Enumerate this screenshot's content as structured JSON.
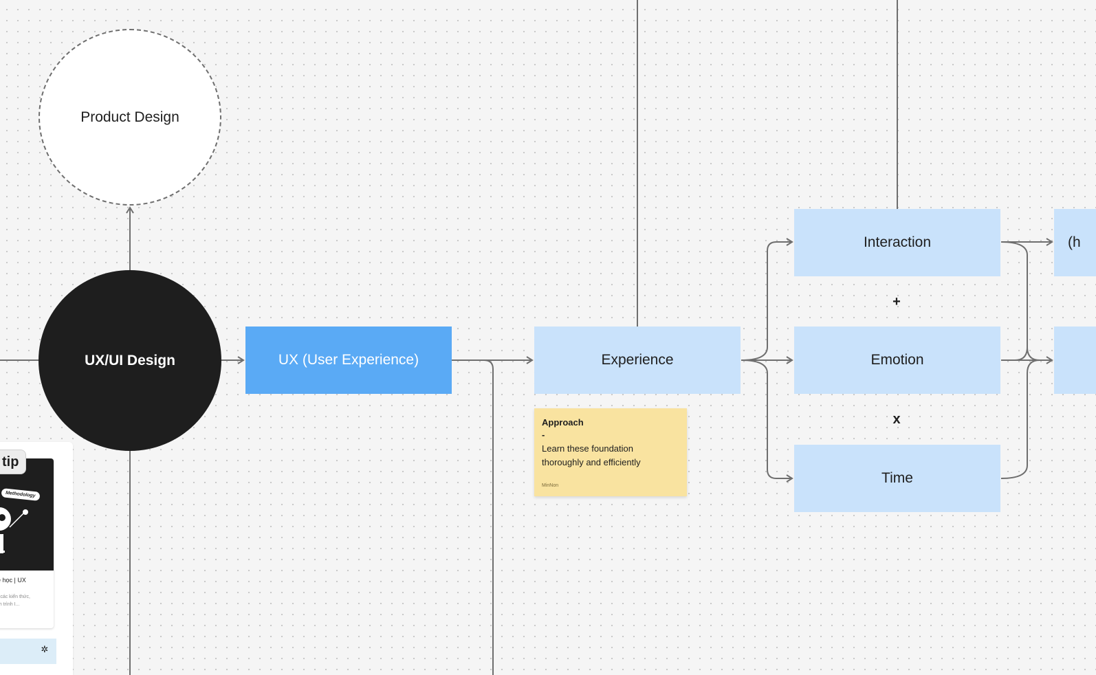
{
  "nodes": {
    "product_design": "Product Design",
    "uxui_design": "UX/UI Design",
    "ux_user_experience": "UX (User Experience)",
    "experience": "Experience",
    "interaction": "Interaction",
    "emotion": "Emotion",
    "time": "Time",
    "partial_top": "(h"
  },
  "operators": {
    "plus": "+",
    "times": "x"
  },
  "sticky_note": {
    "title": "Approach",
    "dash": "-",
    "line1": "Learn these foundation",
    "line2": "thoroughly and efficiently",
    "author": "MinNon"
  },
  "embed": {
    "tip_label": "tip",
    "thumb_bubble": "Methodology",
    "title": "đề học | UX",
    "desc_line1": "số các kiến thức,",
    "desc_line2": "ành trình I...",
    "footer_icon": "figma-loader-icon"
  },
  "colors": {
    "canvas": "#f5f5f5",
    "dark_node": "#1e1e1e",
    "primary_blue": "#5aaaf5",
    "light_blue": "#c9e2fb",
    "sticky_yellow": "#f9e3a0",
    "connector": "#6e6e6e"
  }
}
